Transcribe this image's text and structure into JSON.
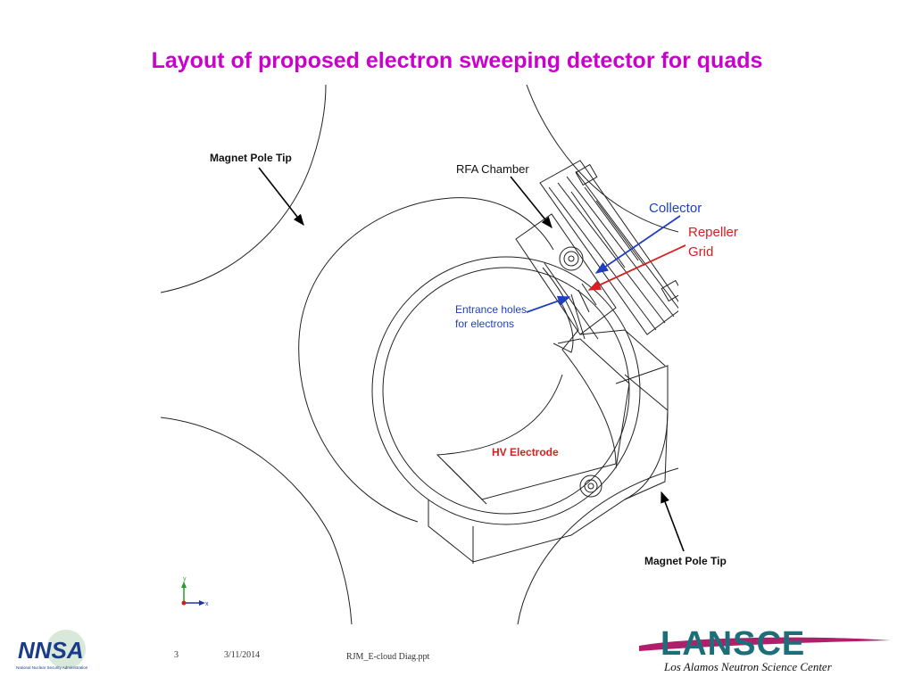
{
  "slide": {
    "title": "Layout of proposed electron sweeping detector for quads"
  },
  "labels": {
    "magnet_pole_tip_top": "Magnet Pole Tip",
    "magnet_pole_tip_bottom": "Magnet Pole Tip",
    "rfa_chamber": "RFA Chamber",
    "collector": "Collector",
    "repeller_line1": "Repeller",
    "repeller_line2": "Grid",
    "entrance_line1": "Entrance holes",
    "entrance_line2": "for electrons",
    "hv_electrode": "HV Electrode",
    "axis_y": "y",
    "axis_x": "x"
  },
  "footer": {
    "slide_number": "3",
    "date": "3/11/2014",
    "filename": "RJM_E-cloud Diag.ppt",
    "nnsa_logo_text": "NNSA",
    "nnsa_subtext": "National Nuclear Security Administration",
    "lansce_logo_text": "LANSCE",
    "lansce_subtitle": "Los Alamos Neutron Science Center"
  },
  "colors": {
    "title": "#cc00cc",
    "blue_label": "#1f3fbf",
    "red_label": "#d42020",
    "lansce_teal": "#1e6e7a",
    "lansce_swoosh": "#b0206a"
  }
}
